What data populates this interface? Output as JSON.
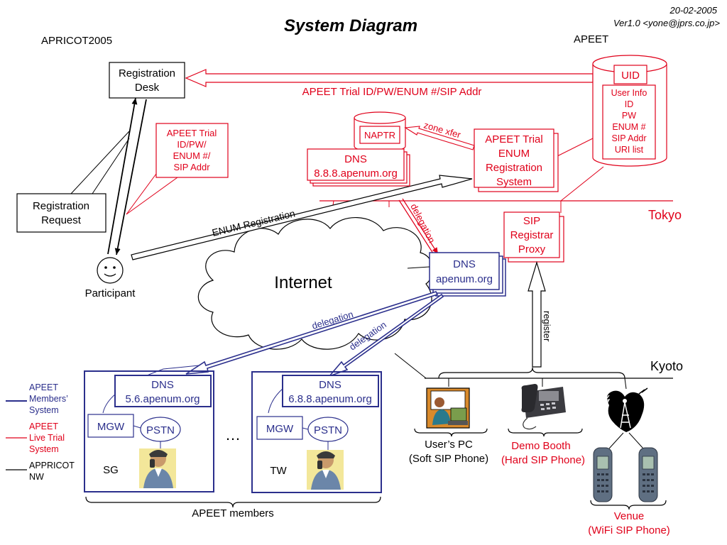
{
  "header": {
    "title": "System Diagram",
    "date": "20-02-2005",
    "version": "Ver1.0 <yone@jprs.co.jp>",
    "left_label": "APRICOT2005",
    "right_label": "APEET"
  },
  "boxes": {
    "registration_desk": [
      "Registration",
      "Desk"
    ],
    "registration_request": [
      "Registration",
      "Request"
    ],
    "trial_info_note": [
      "APEET Trial",
      "ID/PW/",
      "ENUM #/",
      "SIP Addr"
    ],
    "uid": "UID",
    "user_info": [
      "User Info",
      "ID",
      "PW",
      "ENUM #",
      "SIP Addr",
      "URI list"
    ],
    "naptr": "NAPTR",
    "dns_tokyo": [
      "DNS",
      "8.8.8.apenum.org"
    ],
    "enum_system": [
      "APEET Trial",
      "ENUM",
      "Registration",
      "System"
    ],
    "sip_proxy": [
      "SIP",
      "Registrar",
      "Proxy"
    ],
    "dns_apenum": [
      "DNS",
      "apenum.org"
    ],
    "dns_sg": [
      "DNS",
      "5.6.apenum.org"
    ],
    "dns_tw": [
      "DNS",
      "6.8.8.apenum.org"
    ],
    "mgw": "MGW",
    "pstn": "PSTN"
  },
  "labels": {
    "trial_arrow": "APEET Trial ID/PW/ENUM #/SIP Addr",
    "zone_xfer": "zone xfer",
    "delegation": "delegation",
    "enum_registration": "ENUM Registration",
    "participant": "Participant",
    "internet": "Internet",
    "tokyo": "Tokyo",
    "kyoto": "Kyoto",
    "register": "register",
    "sg": "SG",
    "tw": "TW",
    "ellipsis": "…",
    "members": "APEET members",
    "users_pc": [
      "User’s PC",
      "(Soft SIP Phone)"
    ],
    "demo_booth": [
      "Demo Booth",
      "(Hard SIP Phone)"
    ],
    "venue": [
      "Venue",
      "(WiFi SIP Phone)"
    ]
  },
  "legend": [
    {
      "lines": [
        "APEET",
        "Members’",
        "System"
      ],
      "color": "#2b2f8c"
    },
    {
      "lines": [
        "APEET",
        "Live Trial",
        "System"
      ],
      "color": "#e0001a"
    },
    {
      "lines": [
        "APPRICOT",
        "NW"
      ],
      "color": "#000000"
    }
  ],
  "colors": {
    "red": "#e0001a",
    "blue": "#2b2f8c",
    "black": "#000000"
  },
  "icons": [
    "smiley-face-icon",
    "computer-user-icon",
    "desk-phone-icon",
    "wifi-antenna-icon",
    "mobile-phone-icon",
    "phone-caller-icon"
  ]
}
